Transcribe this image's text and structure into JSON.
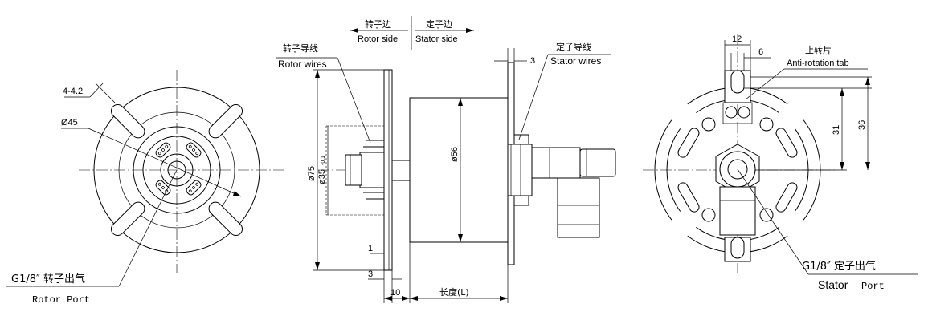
{
  "left_view": {
    "hole_note": "4-4.2",
    "diameter_note": "Ø45",
    "port_cn": "G1/8″ 转子出气",
    "port_en": "Rotor Port"
  },
  "side_view": {
    "rotor_side_cn": "转子边",
    "rotor_side_en": "Rotor side",
    "stator_side_cn": "定子边",
    "stator_side_en": "Stator  side",
    "rotor_wires_cn": "转子导线",
    "rotor_wires_en": "Rotor wires",
    "stator_wires_cn": "定子导线",
    "stator_wires_en": "Stator wires",
    "dim_3_top": "3",
    "dim_phi56": "ø56",
    "dim_phi75": "ø75",
    "dim_phi35": "ø35",
    "dim_phi35_tol": "-0.1",
    "dim_1": "1",
    "dim_3_bottom": "3",
    "dim_10": "10",
    "dim_length": "长度(L)"
  },
  "right_view": {
    "dim_12": "12",
    "dim_6": "6",
    "tab_cn": "止转片",
    "tab_en": "Anti-rotation tab",
    "dim_31": "31",
    "dim_36": "36",
    "port_cn": "G1/8″ 定子出气",
    "port_en_a": "Stator",
    "port_en_b": "Port"
  }
}
